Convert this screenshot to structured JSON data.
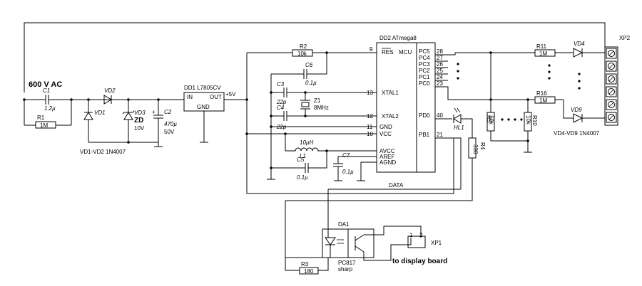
{
  "labels": {
    "supply": "600 V AC",
    "c1_ref": "C1",
    "c1_val": "1.2µ",
    "r1_ref": "R1",
    "r1_val": "1M",
    "vd1": "VD1",
    "vd2": "VD2",
    "vd3": "VD3",
    "zd": "ZD",
    "zd_v": "10V",
    "vd_note": "VD1-VD2 1N4007",
    "c2_ref": "C2",
    "c2_val": "470µ",
    "c2_v": "50V",
    "dd1_title": "DD1 L7805CV",
    "dd1_in": "IN",
    "dd1_out": "OUT",
    "dd1_gnd": "GND",
    "plus5v": "+5V",
    "r2_ref": "R2",
    "r2_val": "10k",
    "c6_ref": "C6",
    "c6_val": "0.1µ",
    "c3_ref": "C3",
    "c3_val": "22p",
    "c4_ref": "C4",
    "c4_val": "22p",
    "z1_ref": "Z1",
    "z1_val": "8MHz",
    "l1_val": "10µH",
    "l1_ref": "L1",
    "c5_ref": "C5",
    "c5_val": "0.1µ",
    "c7_ref": "C7",
    "c7_val": "0.1µ",
    "dd2_title": "DD2 ATmega8",
    "pin_res": "RES",
    "mcu": "MCU",
    "pin_xtal1": "XTAL1",
    "pin_xtal2": "XTAL2",
    "pin_gnd": "GND",
    "pin_vcc": "VCC",
    "pin_avcc": "AVCC",
    "pin_aref": "AREF",
    "pin_agnd": "AGND",
    "pin_pc5": "PC5",
    "pin_pc4": "PC4",
    "pin_pc3": "PC3",
    "pin_pc2": "PC2",
    "pin_pc1": "PC1",
    "pin_pc0": "PC0",
    "pin_pd0": "PD0",
    "pin_pb1": "PB1",
    "n9": "9",
    "n13": "13",
    "n12": "12",
    "n11": "11",
    "n10": "10",
    "n28": "28",
    "n27": "27",
    "n26": "26",
    "n25": "25",
    "n24": "24",
    "n23": "23",
    "n40": "40",
    "n21": "21",
    "hl1": "HL1",
    "r4_ref": "R4",
    "r4_val": "330",
    "data": "DATA",
    "r11_ref": "R11",
    "r11_val": "1M",
    "r16_ref": "R16",
    "r16_val": "1M",
    "r5": "R5",
    "r5_val": "10k",
    "r10": "R10",
    "r10_val": "10k",
    "vd4": "VD4",
    "vd9": "VD9",
    "vd_note2": "VD4-VD9 1N4007",
    "xp2": "XP2",
    "da1": "DA1",
    "pc817": "PC817",
    "sharp": "sharp",
    "r3_ref": "R3",
    "r3_val": "180",
    "xp1": "XP1",
    "xp1_p1": "1",
    "xp1_p2": "2",
    "display": "to display board"
  }
}
